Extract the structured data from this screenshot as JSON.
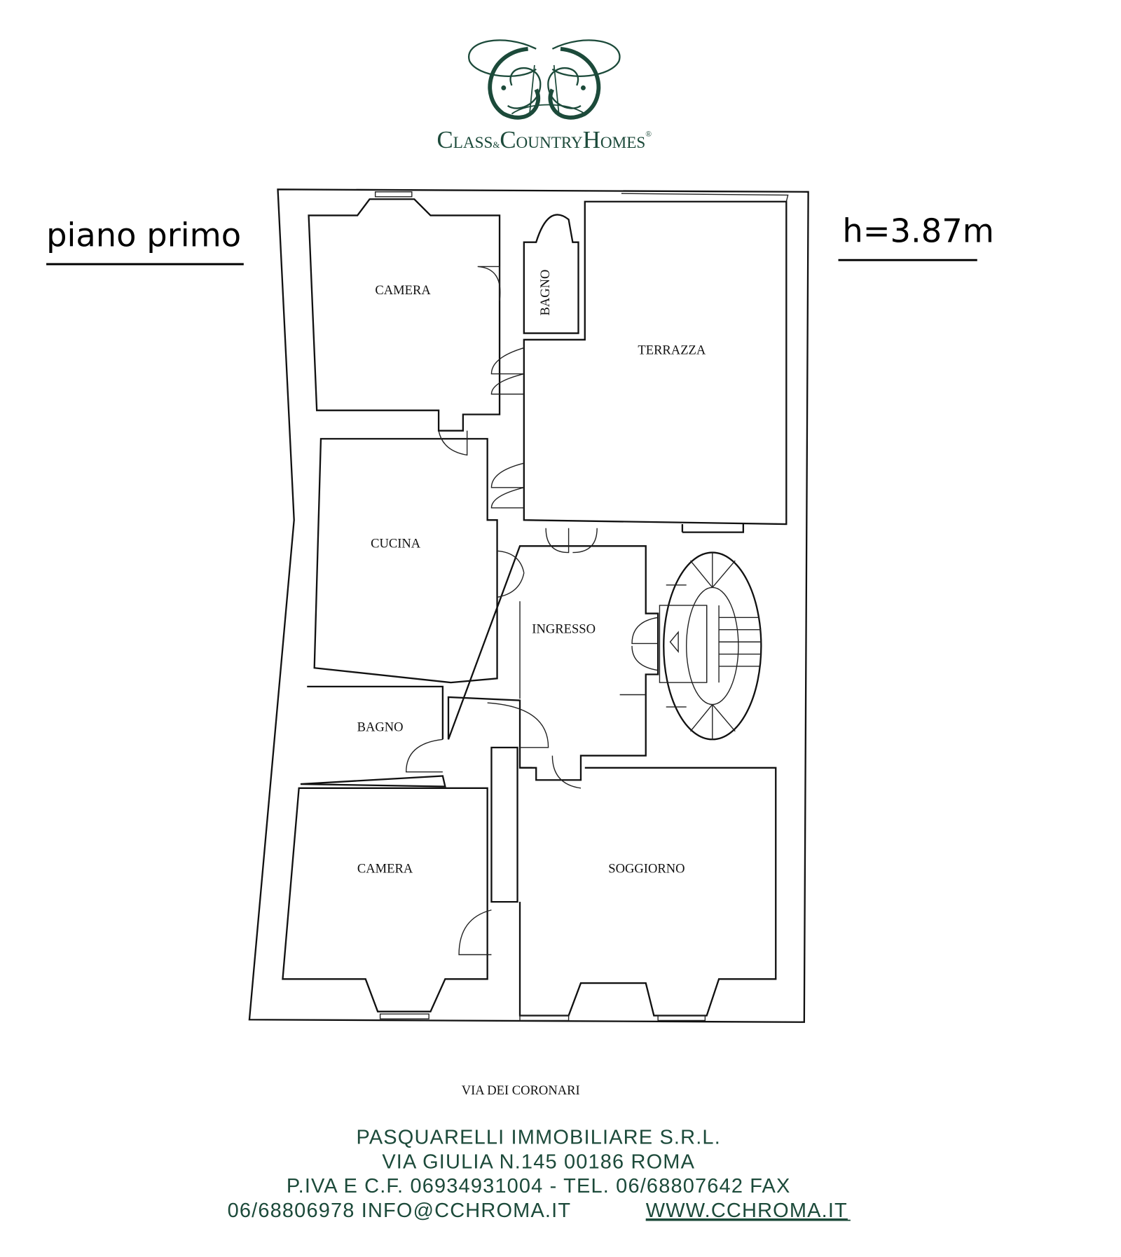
{
  "brand": {
    "name_part1_big": "C",
    "name_part1_small": "LASS",
    "ampersand": "&",
    "name_part2_big": "C",
    "name_part2_small": "OUNTRY",
    "name_part3_big": "H",
    "name_part3_small": "OMES",
    "registered": "®",
    "full_name": "Class & Country Homes",
    "color": "#1c4a3a"
  },
  "plan": {
    "floor_label": "piano primo",
    "height_label": "h=3.87m",
    "street": "VIA DEI CORONARI",
    "rooms": {
      "camera_top": "CAMERA",
      "bagno_top": "BAGNO",
      "terrazza": "TERRAZZA",
      "cucina": "CUCINA",
      "ingresso": "INGRESSO",
      "bagno_bottom": "BAGNO",
      "camera_bottom": "CAMERA",
      "soggiorno": "SOGGIORNO"
    }
  },
  "footer": {
    "line1": "PASQUARELLI IMMOBILIARE S.R.L.",
    "line2": "VIA GIULIA N.145  00186 ROMA",
    "line3": "P.IVA E C.F. 06934931004 - TEL. 06/68807642 FAX",
    "line4_text": "06/68806978 INFO@CCHROMA.IT",
    "website": "WWW.CCHROMA.IT"
  }
}
